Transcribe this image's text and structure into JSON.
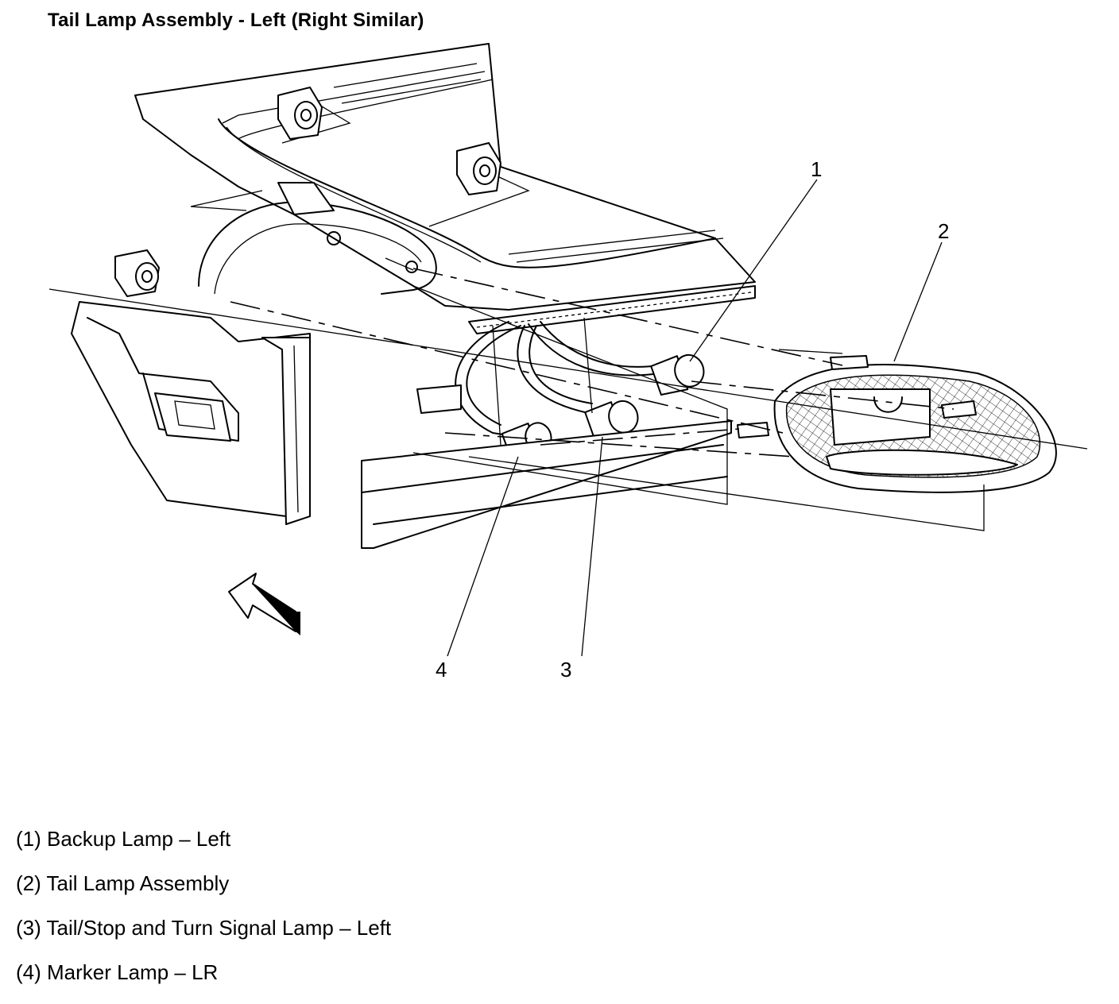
{
  "title": "Tail Lamp Assembly - Left (Right Similar)",
  "callouts": [
    "1",
    "2",
    "3",
    "4"
  ],
  "legend": [
    "(1) Backup Lamp – Left",
    "(2) Tail Lamp Assembly",
    "(3) Tail/Stop and Turn Signal Lamp – Left",
    "(4) Marker Lamp – LR"
  ]
}
